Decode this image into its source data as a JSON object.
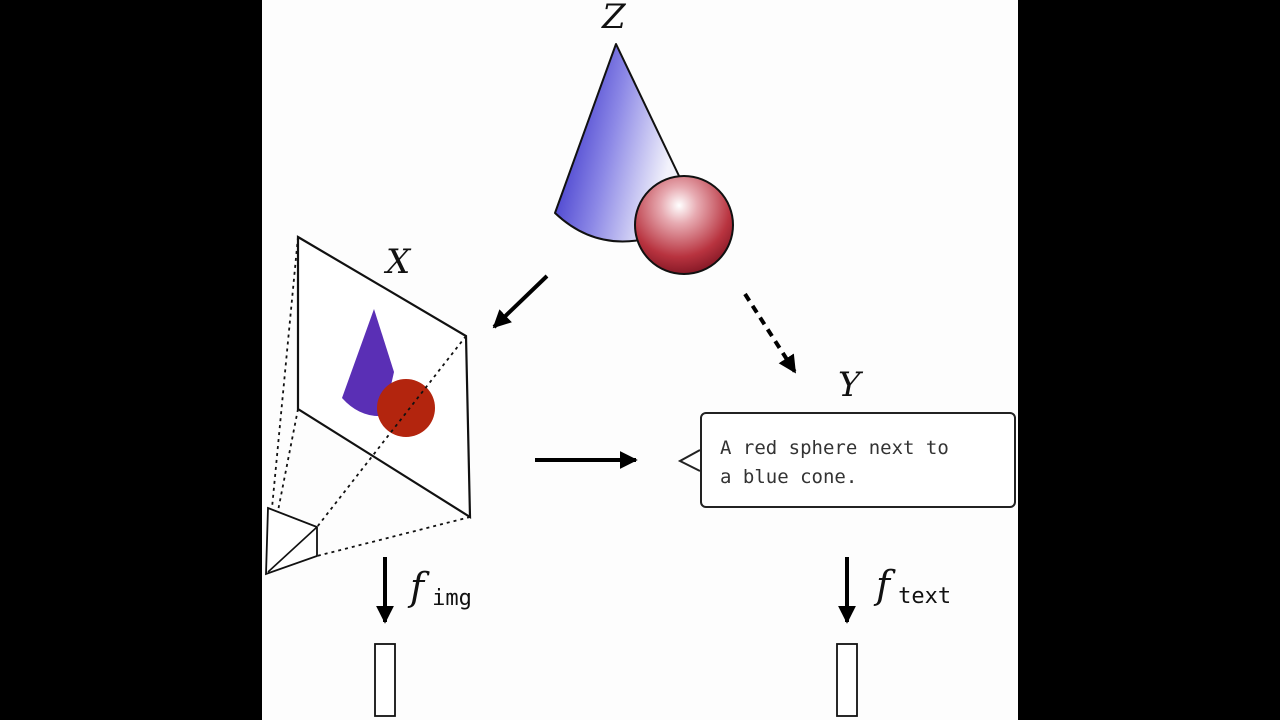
{
  "nodes": {
    "z_label": "Z",
    "x_label": "X",
    "y_label": "Y"
  },
  "caption": {
    "text": "A red sphere next to\na blue cone."
  },
  "encoders": {
    "img": {
      "symbol": "f",
      "subscript": "img"
    },
    "text": {
      "symbol": "f",
      "subscript": "text"
    }
  },
  "colors": {
    "background": "#000000",
    "canvas": "#fdfdfd",
    "cone_blue": "#2b22c8",
    "sphere_red": "#b8333f",
    "image_cone_purple": "#5a2fb5",
    "image_sphere_red": "#b3250e"
  }
}
